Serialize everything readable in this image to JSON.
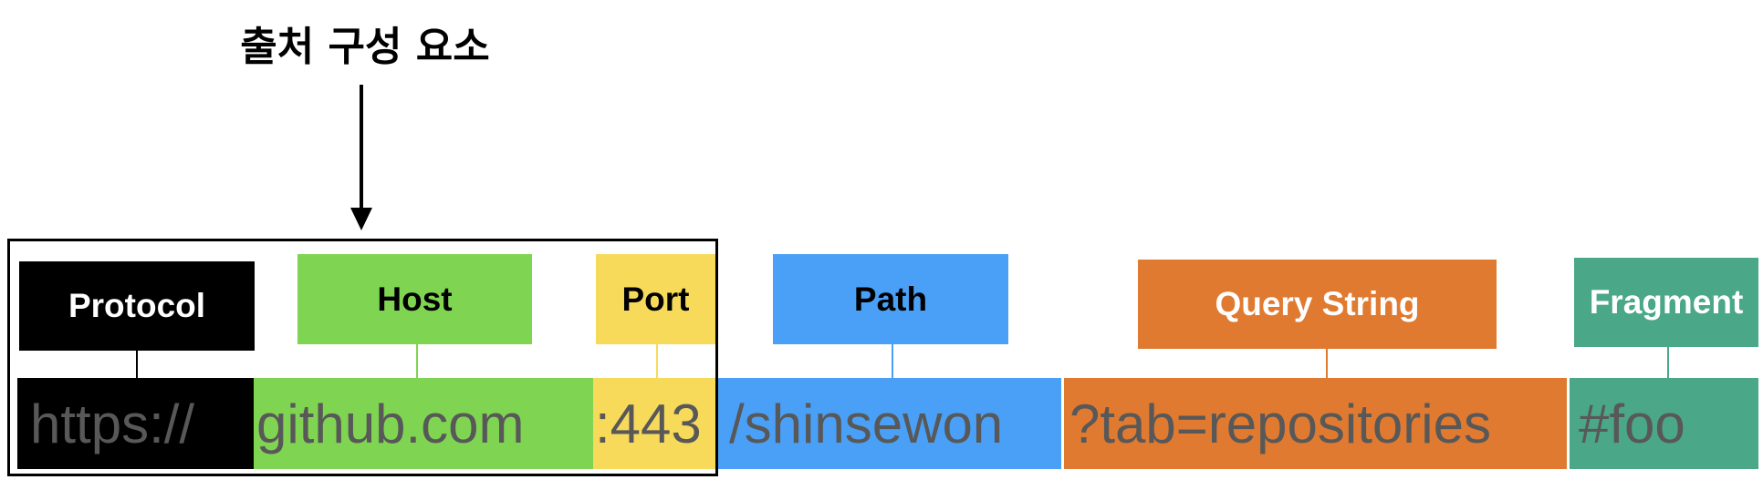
{
  "title": "출처 구성 요소",
  "labels": {
    "protocol": "Protocol",
    "host": "Host",
    "port": "Port",
    "path": "Path",
    "query": "Query String",
    "fragment": "Fragment"
  },
  "segments": {
    "protocol": "https://",
    "host": "github.com",
    "port": ":443",
    "path": "/shinsewon",
    "query": "?tab=repositories",
    "fragment": "#foo"
  },
  "colors": {
    "protocol": "#000000",
    "host": "#7fd552",
    "port": "#f8da5b",
    "path": "#4aa0f6",
    "query": "#e07a31",
    "fragment": "#4aa787",
    "segment_text": "#585858",
    "label_text_dark": "#000000",
    "label_text_light": "#ffffff"
  },
  "icons": {
    "pointer": "down-arrow-icon"
  }
}
